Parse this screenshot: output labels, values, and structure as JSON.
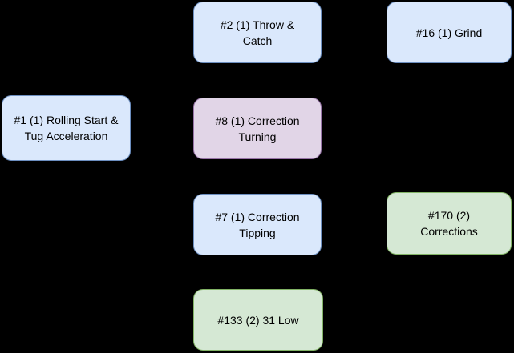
{
  "diagram": {
    "background": "#000000",
    "text_color": "#000000",
    "styles": {
      "blue": {
        "fill": "#dae8fc",
        "stroke": "#6c8ebf"
      },
      "purple": {
        "fill": "#e1d5e7",
        "stroke": "#9673a6"
      },
      "green": {
        "fill": "#d5e8d4",
        "stroke": "#82b366"
      }
    },
    "nodes": [
      {
        "label": "#2 (1) Throw & Catch",
        "style": "blue"
      },
      {
        "label": "#16 (1) Grind",
        "style": "blue"
      },
      {
        "label": "#1 (1) Rolling Start & Tug Acceleration",
        "style": "blue"
      },
      {
        "label": "#8 (1) Correction Turning",
        "style": "purple"
      },
      {
        "label": "#7 (1) Correction Tipping",
        "style": "blue"
      },
      {
        "label": "#170 (2) Corrections",
        "style": "green"
      },
      {
        "label": "#133 (2) 31 Low",
        "style": "green"
      }
    ]
  }
}
